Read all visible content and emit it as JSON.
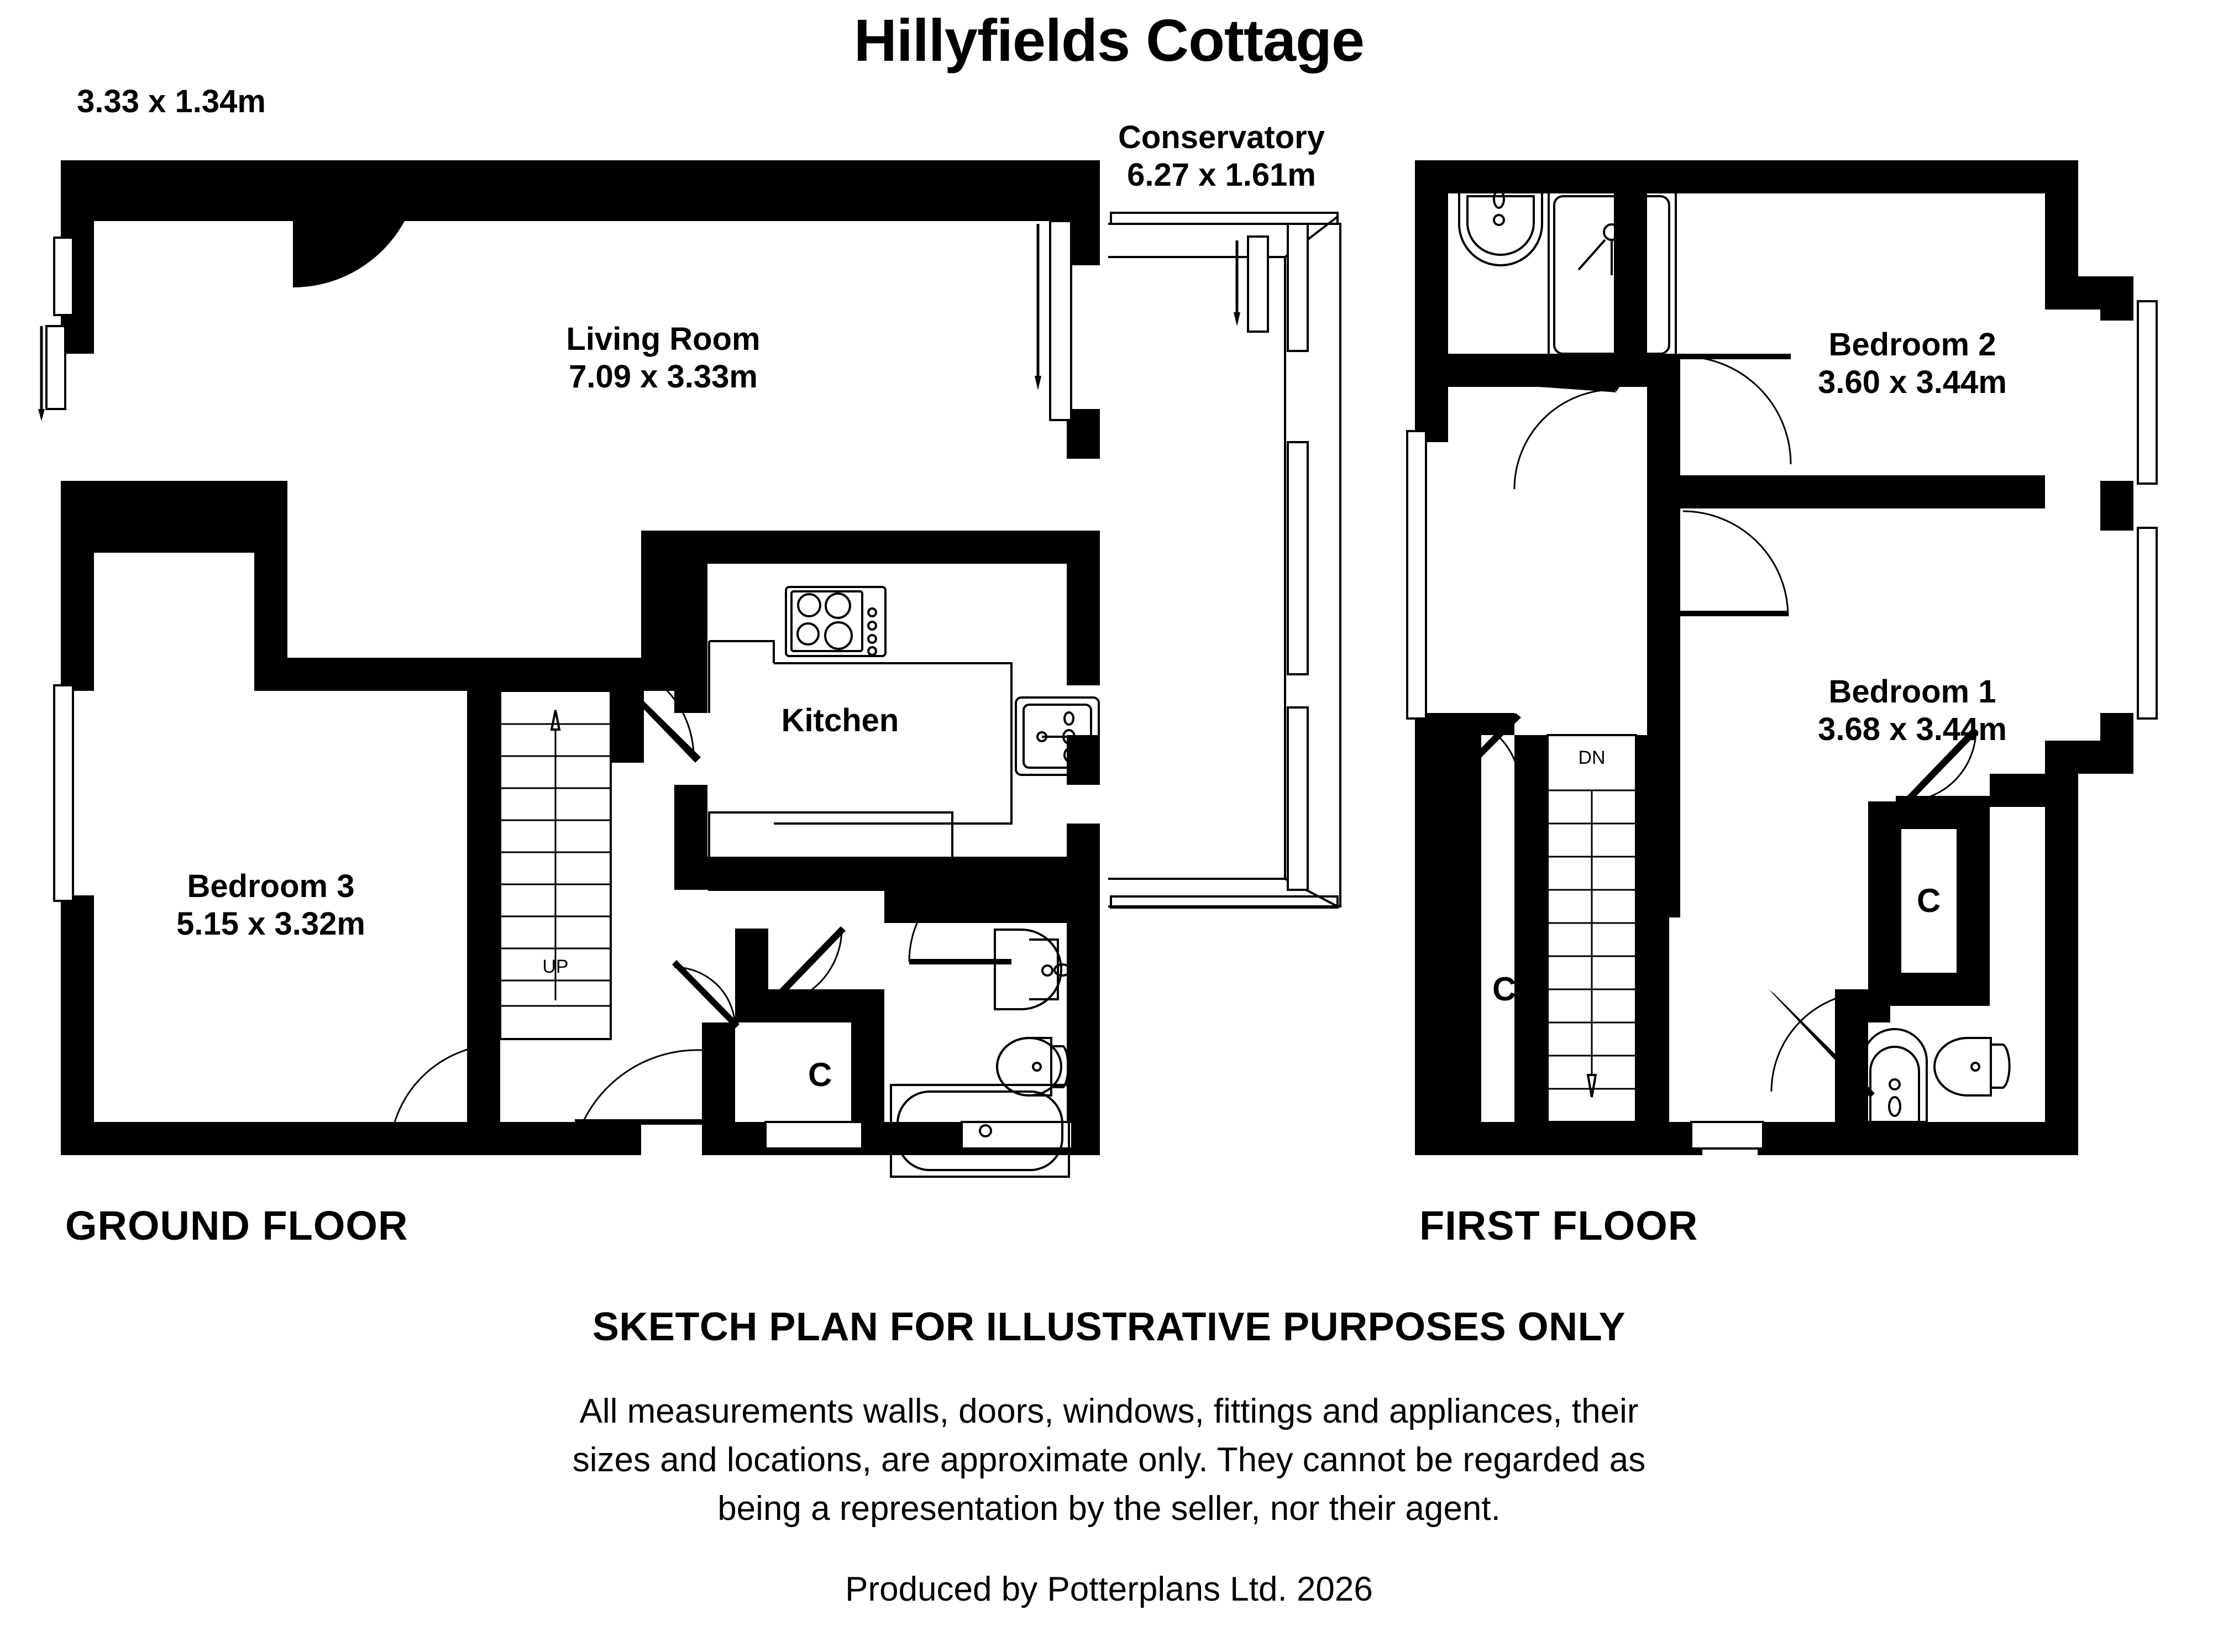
{
  "title": "Hillyfields Cottage",
  "floors": {
    "ground": {
      "label": "GROUND FLOOR",
      "rooms": [
        {
          "name": "Living Room",
          "dim": "7.09 x 3.33m"
        },
        {
          "name": "Kitchen",
          "dim": ""
        },
        {
          "name": "Bedroom 3",
          "dim": "5.15 x 3.32m"
        }
      ],
      "callouts": [
        {
          "name": "",
          "dim": "3.33 x 1.34m"
        },
        {
          "name": "Conservatory",
          "dim": "6.27 x 1.61m"
        }
      ],
      "cupboards": [
        "C"
      ],
      "stair_word": "UP"
    },
    "first": {
      "label": "FIRST FLOOR",
      "rooms": [
        {
          "name": "Bedroom 2",
          "dim": "3.60 x 3.44m"
        },
        {
          "name": "Bedroom 1",
          "dim": "3.68 x 3.44m"
        }
      ],
      "cupboards": [
        "C",
        "C"
      ],
      "stair_word": "DN"
    }
  },
  "footer": {
    "disclaimer_heading": "SKETCH PLAN FOR ILLUSTRATIVE PURPOSES ONLY",
    "note_line1": "All measurements walls, doors, windows, fittings and appliances, their",
    "note_line2": "sizes and locations, are approximate only. They cannot be regarded as",
    "note_line3": "being a representation by the seller, nor their agent.",
    "producer": "Produced by Potterplans Ltd. 2026"
  },
  "colors": {
    "wall": "#000000",
    "background": "#ffffff"
  }
}
